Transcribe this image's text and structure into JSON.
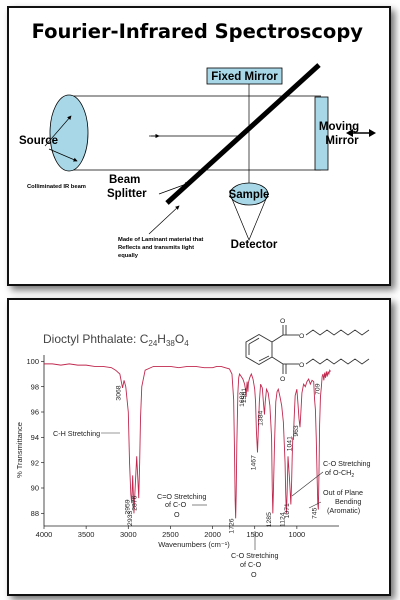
{
  "top_diagram": {
    "title": "Fourier-Infrared Spectroscopy",
    "fixed_mirror_label": "Fixed Mirror",
    "moving_mirror_label_line1": "Moving",
    "moving_mirror_label_line2": "Mirror",
    "source_label": "Source",
    "collimated_label": "Colliminated IR beam",
    "beam_splitter_line1": "Beam",
    "beam_splitter_line2": "Splitter",
    "laminant_line1": "Made of Laminant material that",
    "laminant_line2": "Reflects and transmits light",
    "laminant_line3": "equally",
    "sample_label": "Sample",
    "detector_label": "Detector",
    "colors": {
      "mirror_fill": "#a8d8e8",
      "source_fill": "#a8d8e8",
      "sample_fill": "#a8d8e8",
      "splitter": "#000000"
    }
  },
  "bottom_spectrum": {
    "title_prefix": "Dioctyl Phthalate: ",
    "formula_c": "C",
    "formula_c_sub": "24",
    "formula_h": "H",
    "formula_h_sub": "38",
    "formula_o": "O",
    "formula_o_sub": "4",
    "ann_ch": "C-H Stretching",
    "ann_co_line1": "C=O Stretching",
    "ann_co_line2": "of C-O",
    "ann_co_line3": "O",
    "ann_co2_line1": "C-O Stretching",
    "ann_co2_line2": "of C-O",
    "ann_co2_line3": "O",
    "ann_och2_line1": "C-O Stretching",
    "ann_och2_line2": "of O-CH",
    "ann_och2_sub": "2",
    "ann_oop_line1": "Out of Plane",
    "ann_oop_line2": "Bending",
    "ann_oop_line3": "(Aromatic)",
    "colors": {
      "spectrum": "#c0284e",
      "axis": "#222222"
    }
  },
  "chart_data": {
    "type": "line",
    "title": "",
    "xlabel": "Wavenumbers (cm⁻¹)",
    "ylabel": "% Transmittance",
    "xlim": [
      4000,
      500
    ],
    "ylim": [
      87,
      100.5
    ],
    "x_ticks": [
      4000,
      3500,
      3000,
      2500,
      2000,
      1500,
      1000
    ],
    "y_ticks": [
      88,
      90,
      92,
      94,
      96,
      98,
      100
    ],
    "grid": false,
    "peak_labels": [
      {
        "label": "3068",
        "x": 3068,
        "y": 97.5
      },
      {
        "label": "2959",
        "x": 2959,
        "y": 88.5
      },
      {
        "label": "2933",
        "x": 2933,
        "y": 87.6
      },
      {
        "label": "2876",
        "x": 2876,
        "y": 88.8
      },
      {
        "label": "1726",
        "x": 1726,
        "y": 87.0
      },
      {
        "label": "1602",
        "x": 1602,
        "y": 97.0
      },
      {
        "label": "1581",
        "x": 1581,
        "y": 97.3
      },
      {
        "label": "1467",
        "x": 1467,
        "y": 92.0
      },
      {
        "label": "1384",
        "x": 1384,
        "y": 95.5
      },
      {
        "label": "1285",
        "x": 1285,
        "y": 87.5
      },
      {
        "label": "1124",
        "x": 1124,
        "y": 87.5
      },
      {
        "label": "1071",
        "x": 1071,
        "y": 88.2
      },
      {
        "label": "1041",
        "x": 1041,
        "y": 93.5
      },
      {
        "label": "963",
        "x": 963,
        "y": 94.5
      },
      {
        "label": "745",
        "x": 745,
        "y": 88.0
      },
      {
        "label": "709",
        "x": 709,
        "y": 97.8
      }
    ],
    "series": [
      {
        "x": [
          4000,
          3900,
          3800,
          3700,
          3600,
          3500,
          3400,
          3300,
          3200,
          3150,
          3100,
          3080,
          3068,
          3050,
          3030,
          3000,
          2985,
          2970,
          2959,
          2948,
          2940,
          2933,
          2915,
          2900,
          2885,
          2876,
          2865,
          2855,
          2840,
          2800,
          2700,
          2600,
          2500,
          2400,
          2300,
          2200,
          2100,
          2000,
          1950,
          1900,
          1850,
          1800,
          1770,
          1750,
          1740,
          1732,
          1726,
          1720,
          1712,
          1700,
          1690,
          1680,
          1660,
          1640,
          1620,
          1610,
          1602,
          1595,
          1590,
          1585,
          1581,
          1575,
          1560,
          1540,
          1520,
          1500,
          1490,
          1480,
          1467,
          1455,
          1445,
          1430,
          1410,
          1395,
          1384,
          1375,
          1360,
          1340,
          1320,
          1300,
          1292,
          1285,
          1278,
          1265,
          1250,
          1235,
          1220,
          1200,
          1180,
          1160,
          1140,
          1132,
          1124,
          1116,
          1105,
          1090,
          1080,
          1071,
          1062,
          1055,
          1048,
          1041,
          1034,
          1020,
          1000,
          985,
          975,
          963,
          952,
          940,
          920,
          900,
          880,
          860,
          840,
          820,
          800,
          790,
          780,
          770,
          760,
          752,
          745,
          738,
          730,
          720,
          709,
          700,
          690,
          680,
          670,
          660,
          650,
          640,
          630,
          620,
          610,
          600
        ],
        "y": [
          99.8,
          99.8,
          99.7,
          99.8,
          99.7,
          99.7,
          99.6,
          99.6,
          99.5,
          99.3,
          99.0,
          98.3,
          97.9,
          98.5,
          98.0,
          96.0,
          92.0,
          89.5,
          88.8,
          91.0,
          89.5,
          88.0,
          90.5,
          92.5,
          90.5,
          89.2,
          92.0,
          95.5,
          98.0,
          99.3,
          99.6,
          99.6,
          99.6,
          99.5,
          99.6,
          99.6,
          99.5,
          99.5,
          99.6,
          99.6,
          99.5,
          99.4,
          99.0,
          97.0,
          93.0,
          89.0,
          87.6,
          89.5,
          93.5,
          97.5,
          98.7,
          99.0,
          98.8,
          98.6,
          98.2,
          97.8,
          97.2,
          98.0,
          98.4,
          97.9,
          97.6,
          98.3,
          98.7,
          99.0,
          98.6,
          97.8,
          96.8,
          94.5,
          92.8,
          95.0,
          96.8,
          98.2,
          97.9,
          96.6,
          95.8,
          96.8,
          97.8,
          97.5,
          96.5,
          94.0,
          90.0,
          88.0,
          89.8,
          93.5,
          96.8,
          97.6,
          97.8,
          97.2,
          96.5,
          95.2,
          92.0,
          89.5,
          88.0,
          89.5,
          92.5,
          91.0,
          89.8,
          88.7,
          90.5,
          92.5,
          94.0,
          93.8,
          95.2,
          97.3,
          97.8,
          96.5,
          95.5,
          94.8,
          96.0,
          97.5,
          98.2,
          98.0,
          98.4,
          98.6,
          98.2,
          98.5,
          98.4,
          97.0,
          96.2,
          94.0,
          91.0,
          88.8,
          88.3,
          91.0,
          95.0,
          97.2,
          98.0,
          98.8,
          99.0,
          98.5,
          99.1,
          98.7,
          99.2,
          98.8,
          99.2,
          99.0,
          99.3,
          99.2
        ]
      }
    ]
  }
}
